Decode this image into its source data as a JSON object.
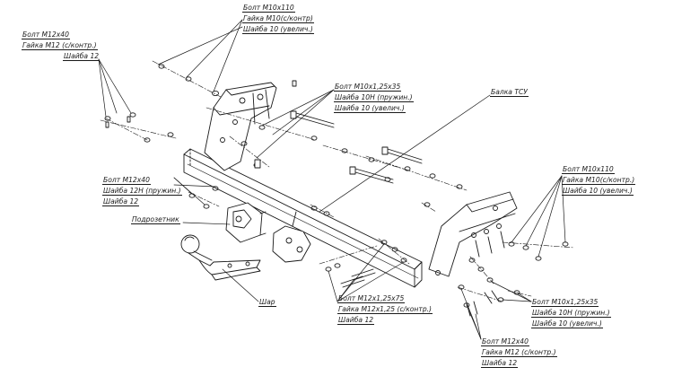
{
  "diagram": {
    "labels": {
      "top_bolt": "Болт М10х110",
      "top_nut": "Гайка М10(с/контр)",
      "top_washer": "Шайба 10 (увелич.)",
      "left_bolt": "Болт М12х40",
      "left_nut": "Гайка М12 (с/контр.)",
      "left_washer": "Шайба 12",
      "mid_bolt": "Болт М10х1,25х35",
      "mid_washer_spring": "Шайба 10Н (пружин.)",
      "mid_washer_large": "Шайба 10 (увелич.)",
      "beam": "Балка ТСУ",
      "right_bolt": "Болт М10х110",
      "right_nut": "Гайка М10(с/контр.)",
      "right_washer": "Шайба 10 (увелич.)",
      "lleft_bolt": "Болт М12х40",
      "lleft_washer_spring": "Шайба 12Н (пружин.)",
      "lleft_washer": "Шайба 12",
      "socket_plate": "Подрозетник",
      "bot_bolt": "Болт М12х1,25х75",
      "bot_nut": "Гайка М12х1,25 (с/контр.)",
      "bot_washer": "Шайба 12",
      "rb_bolt": "Болт М10х1,25х35",
      "rb_washer_spring": "Шайба 10Н (пружин.)",
      "rb_washer_large": "Шайба 10 (увелич.)",
      "ball": "Шар",
      "b2_bolt": "Болт М12х40",
      "b2_nut": "Гайка М12 (с/контр.)",
      "b2_washer": "Шайба 12"
    }
  }
}
